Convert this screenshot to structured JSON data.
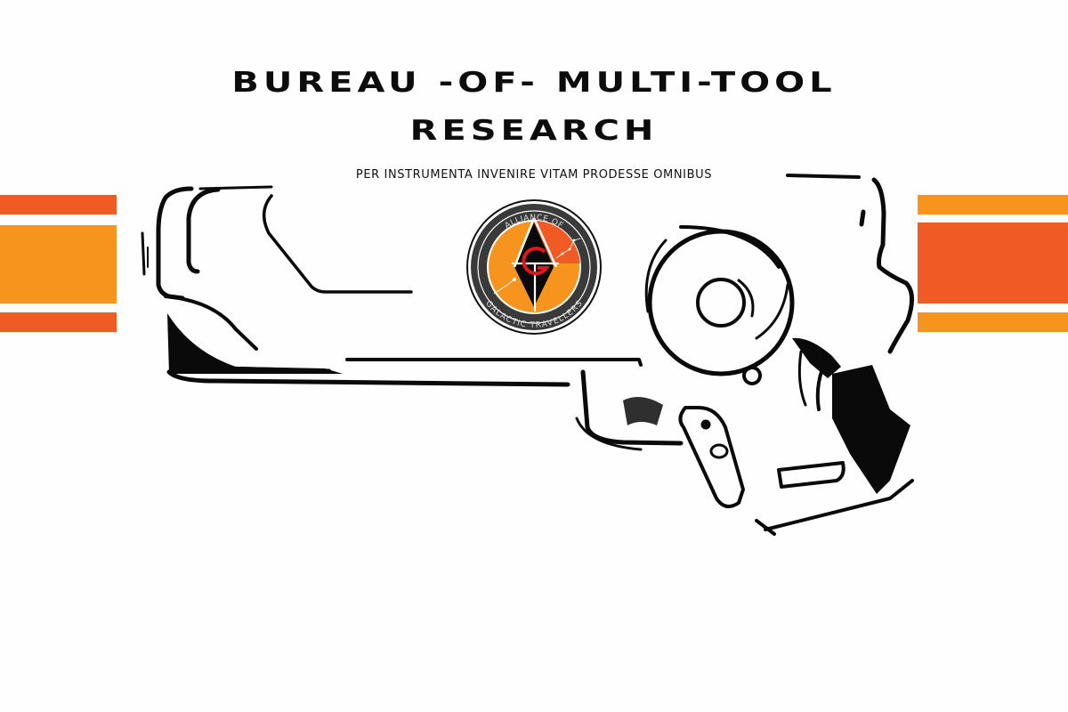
{
  "header": {
    "title_line_1": "BUREAU -OF- MULTI-TOOL",
    "title_line_2": "RESEARCH",
    "motto": "PER INSTRUMENTA INVENIRE VITAM PRODESSE OMNIBUS"
  },
  "emblem": {
    "top_text": "ALLIANCE OF",
    "bottom_text": "GALACTIC TRAVELLERS",
    "icon": "alliance-emblem-icon"
  },
  "illustration": {
    "icon": "multi-tool-icon"
  },
  "colors": {
    "orange": "#f7941e",
    "red_orange": "#f05a24",
    "ink": "#0a0a0a",
    "emblem_ring": "#3a3a3a",
    "emblem_red": "#e3171b",
    "background": "#fefefe"
  }
}
